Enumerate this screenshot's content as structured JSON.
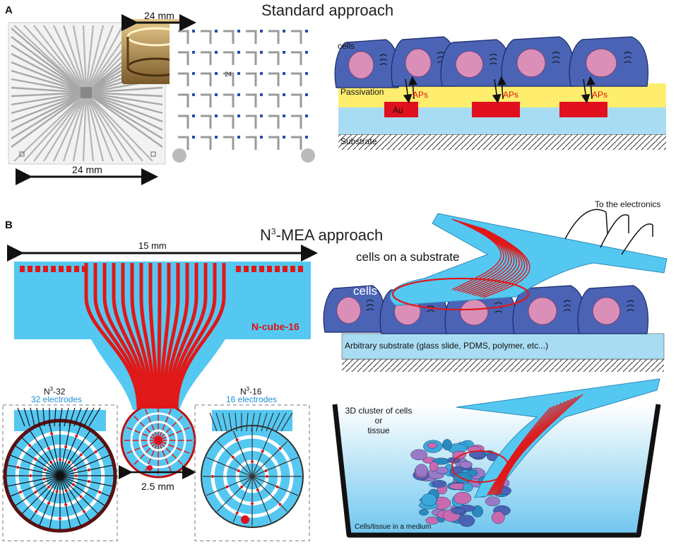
{
  "panel_a": {
    "label": "A",
    "title": "Standard approach",
    "dim_top": "24 mm",
    "dim_bottom": "24 mm",
    "chip_number": "24",
    "cross_section": {
      "cells": "cells",
      "passivation": "Passivation",
      "aps": "APs",
      "au": "Au",
      "substrate": "Substrate"
    }
  },
  "panel_b": {
    "label": "B",
    "title_prefix": "N",
    "title_sup": "3",
    "title_suffix": "-MEA approach",
    "dim_width": "15 mm",
    "device_name": "N-cube-16",
    "dim_probe": "2.5 mm",
    "n32": {
      "prefix": "N",
      "sup": "3",
      "suffix": "-32",
      "electrodes": "32 electrodes"
    },
    "n16": {
      "prefix": "N",
      "sup": "3",
      "suffix": "-16",
      "electrodes": "16 electrodes"
    },
    "to_electronics": "To the electronics",
    "cells_on_substrate": "cells on a substrate",
    "cells": "cells",
    "arbitrary_substrate": "Arbitrary substrate (glass slide, PDMS, polymer, etc...)",
    "cluster_line1": "3D cluster of cells",
    "cluster_line2": "or",
    "cluster_line3": "tissue",
    "medium": "Cells/tissue in a medium"
  },
  "colors": {
    "cell": "#4a63b5",
    "nucleus": "#d98fb8",
    "passivation": "#ffee6e",
    "electrode": "#e0101f",
    "substrate": "#a8dcf2",
    "flex": "#55c8f2",
    "trace_red": "#e01818",
    "label_blue": "#1e90d6"
  }
}
